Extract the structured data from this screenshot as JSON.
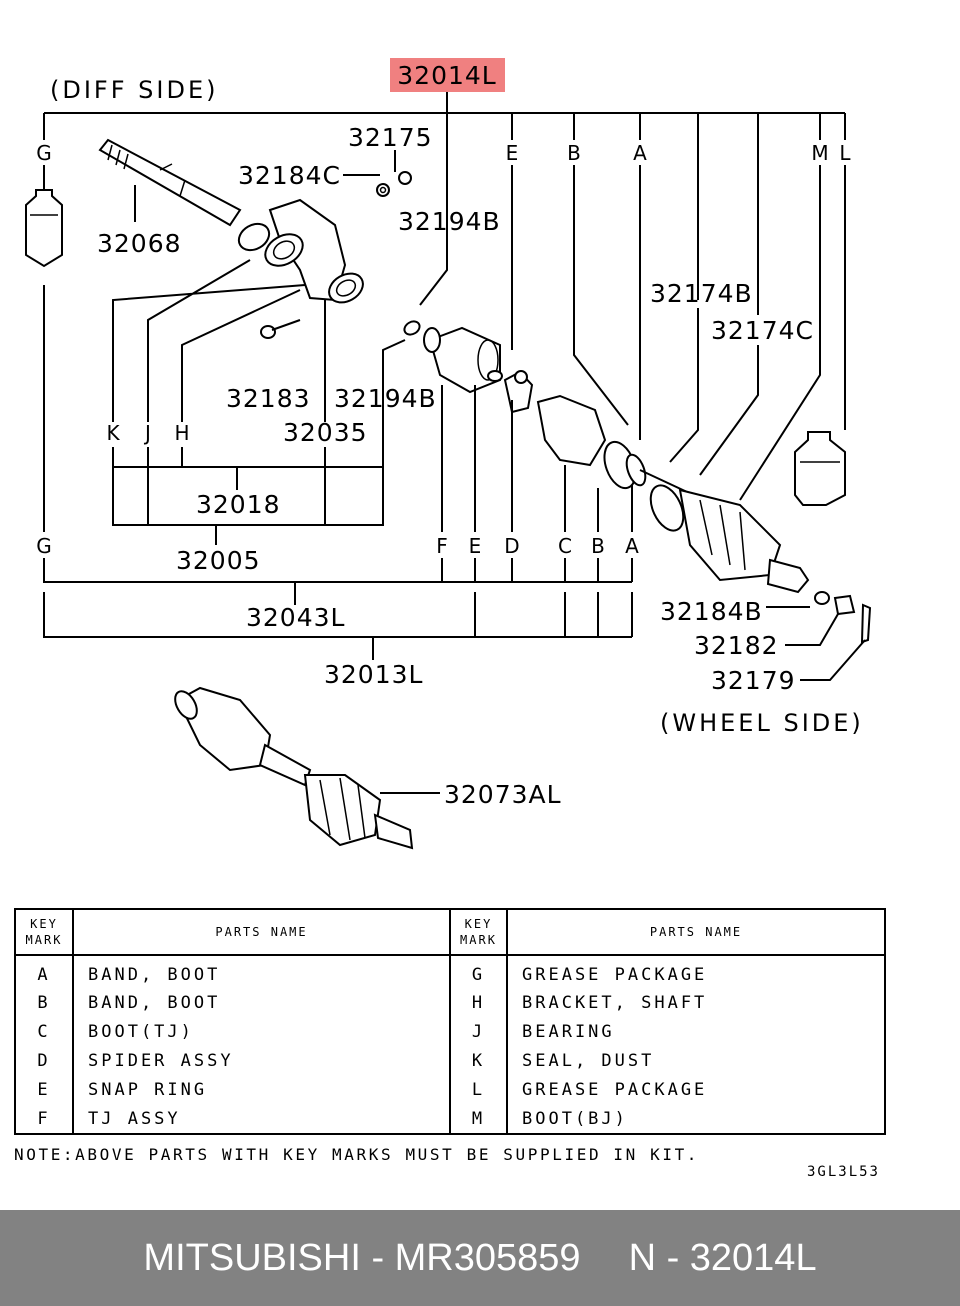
{
  "diagram": {
    "side_labels": {
      "diff_side": "(DIFF SIDE)",
      "wheel_side": "(WHEEL SIDE)"
    },
    "highlight": {
      "part_number": "32014L",
      "color": "#f08080"
    },
    "part_numbers": {
      "p32175": "32175",
      "p32184C": "32184C",
      "p32194B_top": "32194B",
      "p32068": "32068",
      "p32174B": "32174B",
      "p32174C": "32174C",
      "p32183": "32183",
      "p32194B_mid": "32194B",
      "p32035": "32035",
      "p32018": "32018",
      "p32005": "32005",
      "p32043L": "32043L",
      "p32013L": "32013L",
      "p32184B": "32184B",
      "p32182": "32182",
      "p32179": "32179",
      "p32073AL": "32073AL"
    },
    "key_marks_top": [
      "G",
      "E",
      "B",
      "A",
      "M",
      "L"
    ],
    "key_marks_mid": [
      "K",
      "J",
      "H"
    ],
    "key_marks_bottom": [
      "G",
      "F",
      "E",
      "D",
      "C",
      "B",
      "A"
    ]
  },
  "table": {
    "header": {
      "key_mark_line1": "KEY",
      "key_mark_line2": "MARK",
      "parts_name": "PARTS NAME"
    },
    "rows": [
      {
        "left_key": "A",
        "left_name": "BAND, BOOT",
        "right_key": "G",
        "right_name": "GREASE PACKAGE"
      },
      {
        "left_key": "B",
        "left_name": "BAND, BOOT",
        "right_key": "H",
        "right_name": "BRACKET, SHAFT"
      },
      {
        "left_key": "C",
        "left_name": "BOOT(TJ)",
        "right_key": "J",
        "right_name": "BEARING"
      },
      {
        "left_key": "D",
        "left_name": "SPIDER ASSY",
        "right_key": "K",
        "right_name": "SEAL, DUST"
      },
      {
        "left_key": "E",
        "left_name": "SNAP RING",
        "right_key": "L",
        "right_name": "GREASE PACKAGE"
      },
      {
        "left_key": "F",
        "left_name": "TJ ASSY",
        "right_key": "M",
        "right_name": "BOOT(BJ)"
      }
    ]
  },
  "note": "NOTE:ABOVE PARTS WITH KEY MARKS MUST BE SUPPLIED IN KIT.",
  "ref_code": "3GL3L53",
  "footer": {
    "brand_part": "MITSUBISHI - MR305859",
    "ref_part": "N - 32014L",
    "background": "#828282"
  }
}
